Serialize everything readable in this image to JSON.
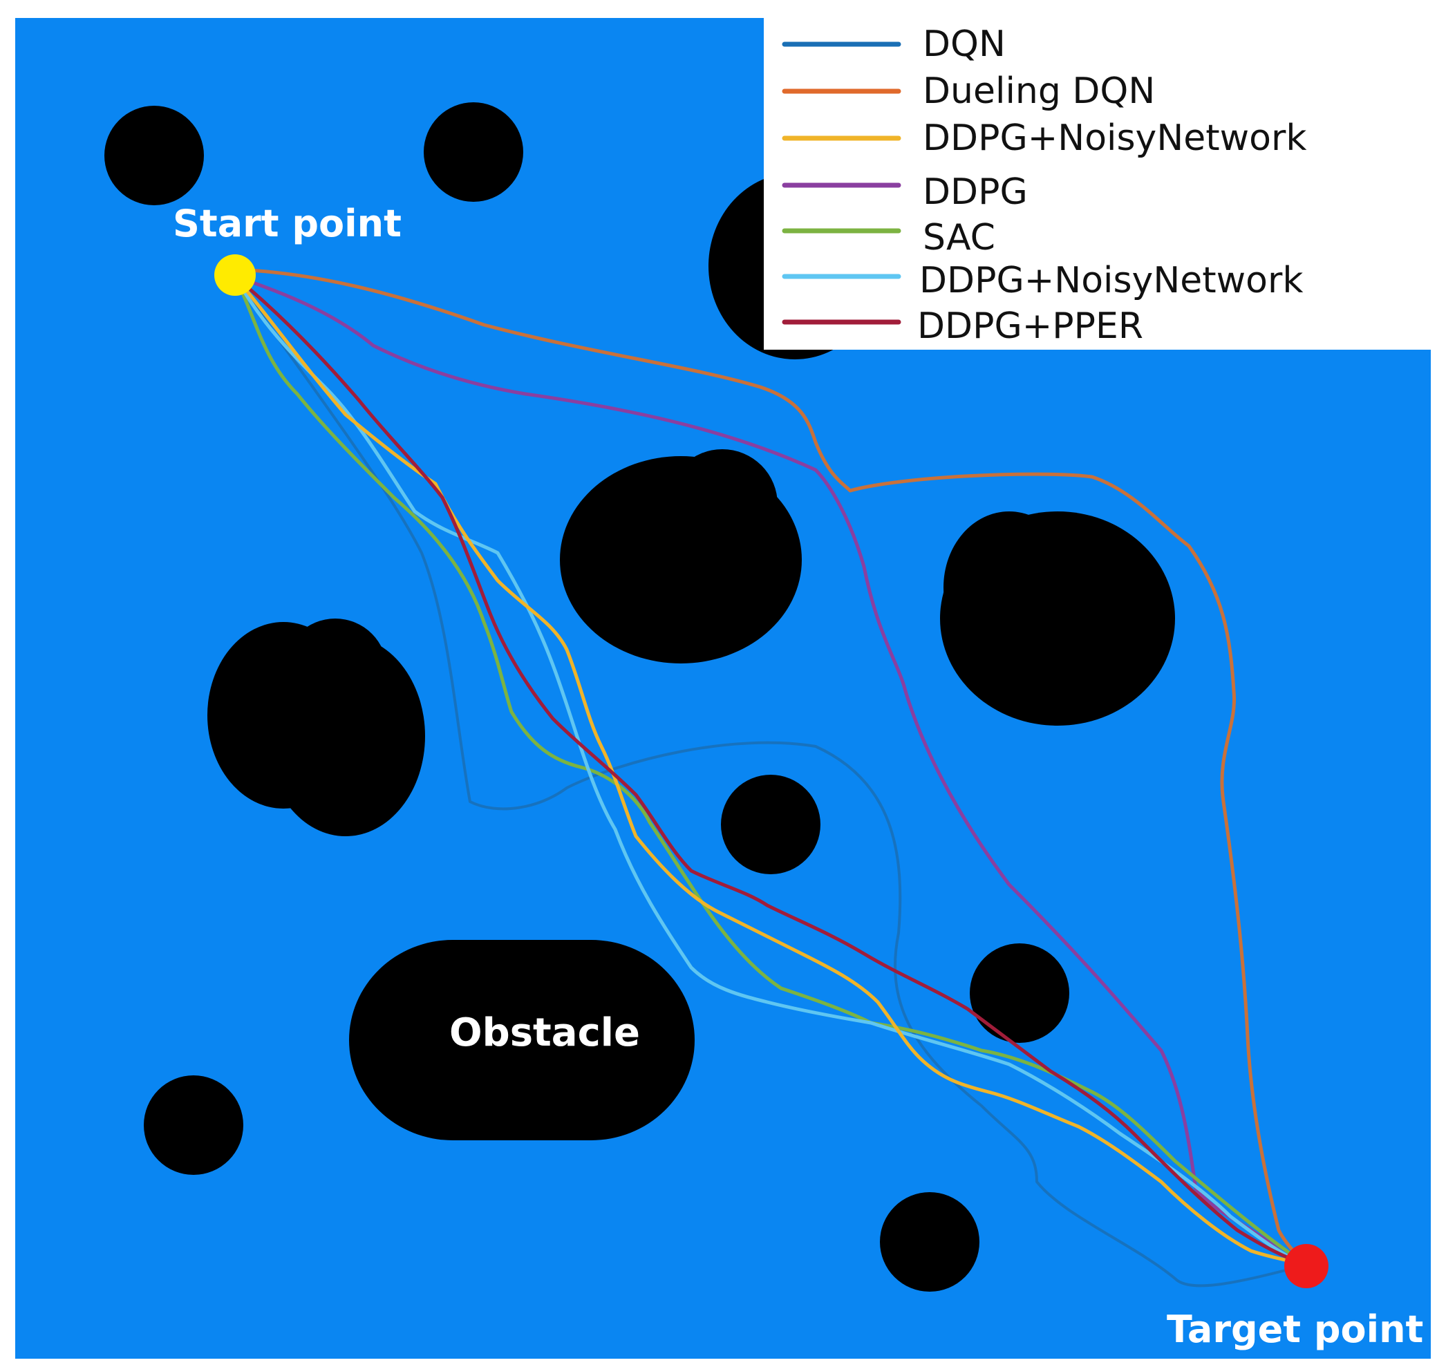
{
  "labels": {
    "start": "Start point",
    "target": "Target point",
    "obstacle": "Obstacle"
  },
  "colors": {
    "background": "#0a86f2",
    "obstacle": "#000000",
    "start": "#ffeb00",
    "target": "#ee1b1b"
  },
  "legend": {
    "items": [
      {
        "label": "DQN",
        "color": "#1a6fb5"
      },
      {
        "label": "Dueling DQN",
        "color": "#e06a2c"
      },
      {
        "label": "DDPG+NoisyNetwork",
        "color": "#f0b429"
      },
      {
        "label": "DDPG",
        "color": "#8a3fa0"
      },
      {
        "label": "SAC",
        "color": "#7cb342"
      },
      {
        "label": "DDPG+NoisyNetwork",
        "color": "#5fc6f2"
      },
      {
        "label": "DDPG+PPER",
        "color": "#a11d3a"
      }
    ]
  }
}
